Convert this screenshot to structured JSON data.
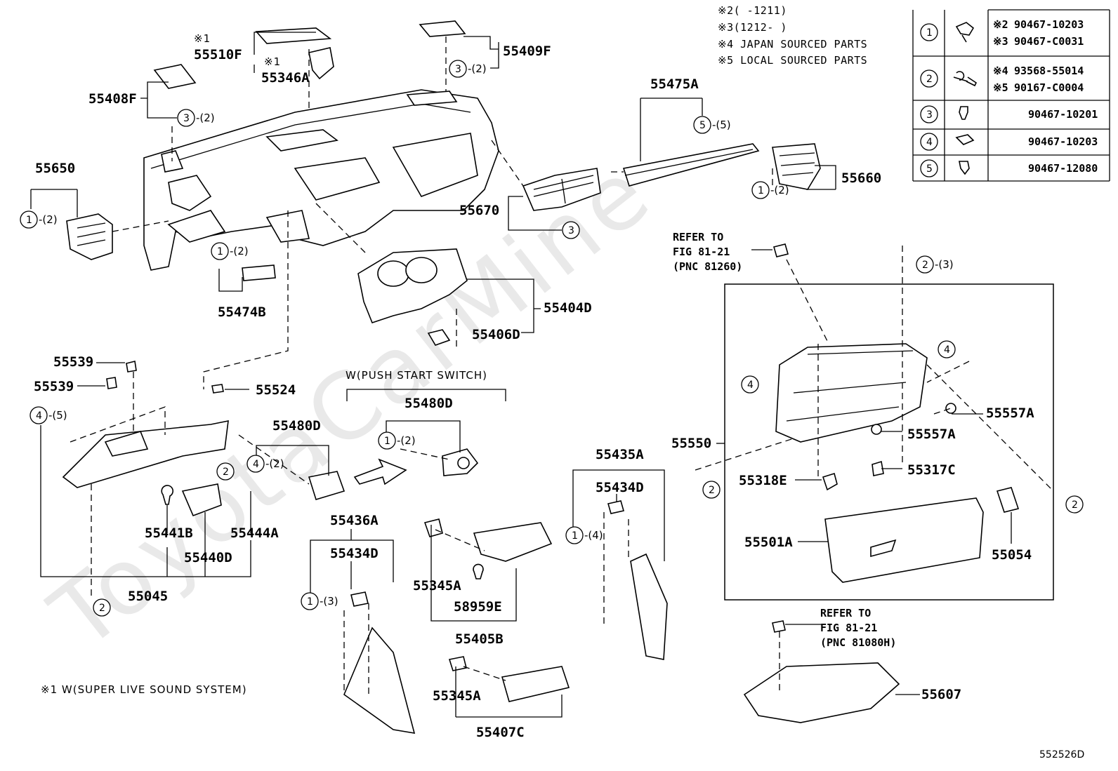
{
  "watermark": "ToyotaCarMine",
  "diagram_code": "552526D",
  "footnotes": {
    "n2": "※2(    -1211)",
    "n3": "※3(1212-    )",
    "n4": "※4 JAPAN SOURCED PARTS",
    "n5": "※5 LOCAL SOURCED PARTS",
    "n1": "※1 W(SUPER LIVE SOUND SYSTEM)"
  },
  "fastener_table": [
    {
      "num": "1",
      "lines": [
        {
          "mark": "※2",
          "part": "90467-10203"
        },
        {
          "mark": "※3",
          "part": "90467-C0031"
        }
      ]
    },
    {
      "num": "2",
      "lines": [
        {
          "mark": "※4",
          "part": "93568-55014"
        },
        {
          "mark": "※5",
          "part": "90167-C0004"
        }
      ]
    },
    {
      "num": "3",
      "lines": [
        {
          "mark": "",
          "part": "90467-10201"
        }
      ]
    },
    {
      "num": "4",
      "lines": [
        {
          "mark": "",
          "part": "90467-10203"
        }
      ]
    },
    {
      "num": "5",
      "lines": [
        {
          "mark": "",
          "part": "90467-12080"
        }
      ]
    }
  ],
  "parts": {
    "p55510F": "55510F",
    "p55346A": "55346A",
    "p55409F": "55409F",
    "p55408F": "55408F",
    "p55475A": "55475A",
    "p55650": "55650",
    "p55660": "55660",
    "p55670": "55670",
    "p55474B": "55474B",
    "p55404D": "55404D",
    "p55406D": "55406D",
    "p55539a": "55539",
    "p55539b": "55539",
    "p55524": "55524",
    "p55480Da": "55480D",
    "p55480Db": "55480D",
    "p55441B": "55441B",
    "p55444A": "55444A",
    "p55440D": "55440D",
    "p55045": "55045",
    "p55436A": "55436A",
    "p55434Da": "55434D",
    "p55434Db": "55434D",
    "p55435A": "55435A",
    "p55345Aa": "55345A",
    "p55345Ab": "55345A",
    "p58959E": "58959E",
    "p55405B": "55405B",
    "p55407C": "55407C",
    "p55550": "55550",
    "p55557Aa": "55557A",
    "p55557Ab": "55557A",
    "p55318E": "55318E",
    "p55317C": "55317C",
    "p55501A": "55501A",
    "p55054": "55054",
    "p55607": "55607"
  },
  "mark1": "※1",
  "push_start_label": "W(PUSH START SWITCH)",
  "refer1": {
    "l1": "REFER TO",
    "l2": "FIG 81-21",
    "l3": "(PNC 81260)"
  },
  "refer2": {
    "l1": "REFER TO",
    "l2": "FIG 81-21",
    "l3": "(PNC 81080H)"
  },
  "callouts": {
    "n1": "1",
    "n2": "2",
    "n3": "3",
    "n4": "4",
    "n5": "5",
    "q2": "-(2)",
    "q3": "-(3)",
    "q4": "-(4)",
    "q5": "-(5)"
  }
}
